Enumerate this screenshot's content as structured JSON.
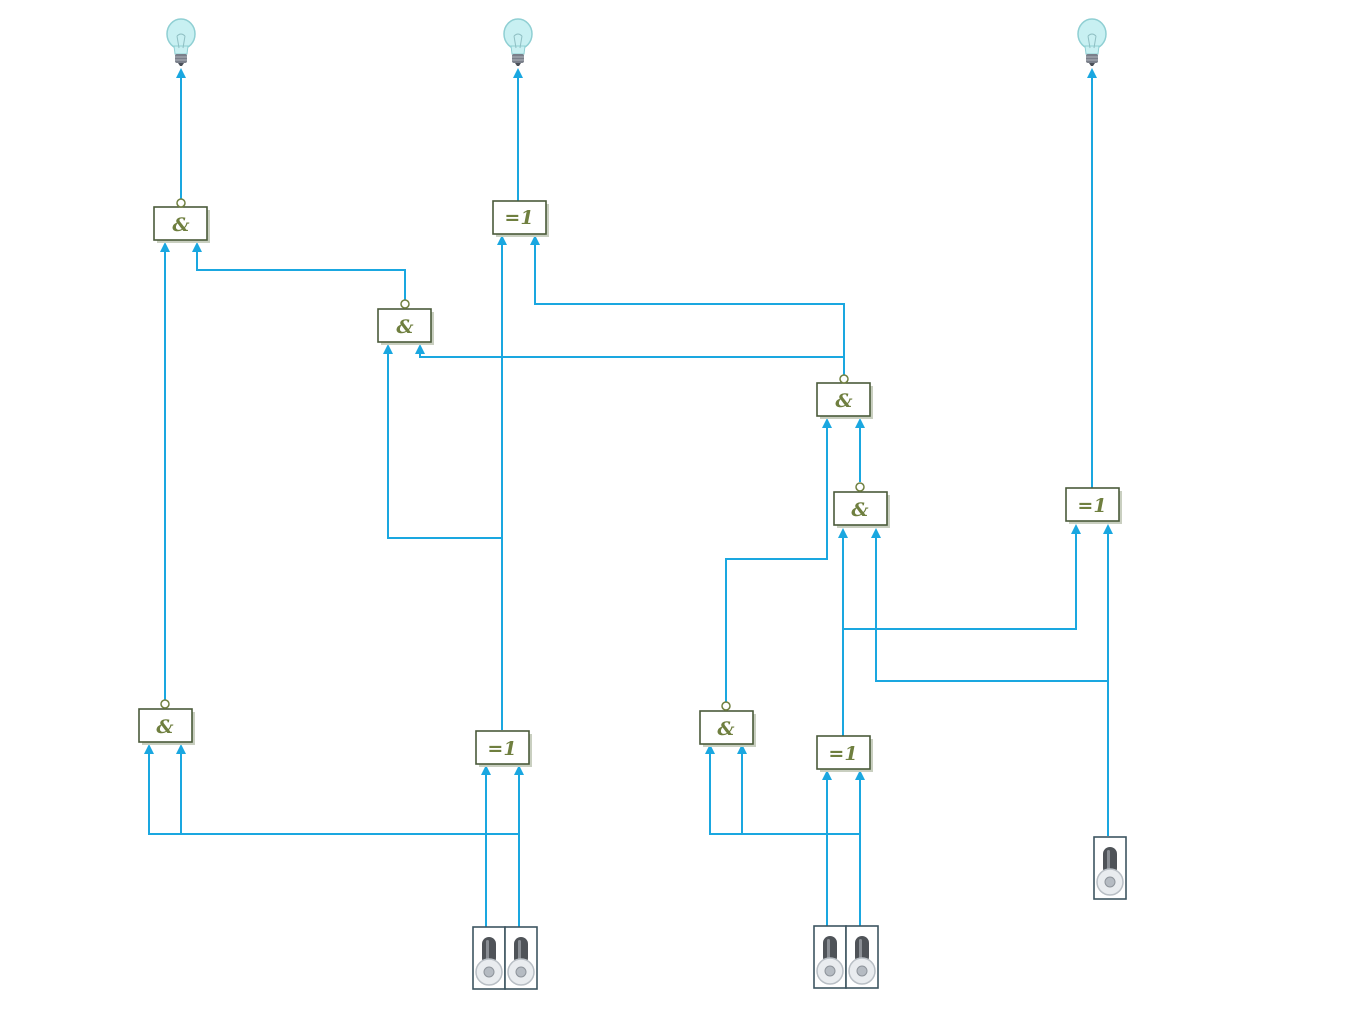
{
  "diagram": {
    "lamps": [
      {
        "id": "lamp-1",
        "state": "off"
      },
      {
        "id": "lamp-2",
        "state": "off"
      },
      {
        "id": "lamp-3",
        "state": "off"
      }
    ],
    "gates": [
      {
        "id": "g1",
        "label": "&",
        "type": "nand"
      },
      {
        "id": "g2",
        "label": "=1",
        "type": "xor"
      },
      {
        "id": "g3",
        "label": "&",
        "type": "nand"
      },
      {
        "id": "g4",
        "label": "&",
        "type": "nand"
      },
      {
        "id": "g5",
        "label": "&",
        "type": "nand"
      },
      {
        "id": "g6",
        "label": "=1",
        "type": "xor"
      },
      {
        "id": "g7",
        "label": "&",
        "type": "nand"
      },
      {
        "id": "g8",
        "label": "=1",
        "type": "xor"
      },
      {
        "id": "g9",
        "label": "&",
        "type": "nand"
      },
      {
        "id": "g10",
        "label": "=1",
        "type": "xor"
      }
    ],
    "switches": [
      {
        "id": "sw-a",
        "state": "off"
      },
      {
        "id": "sw-b",
        "state": "off"
      },
      {
        "id": "sw-c",
        "state": "off"
      },
      {
        "id": "sw-d",
        "state": "off"
      },
      {
        "id": "sw-e",
        "state": "off"
      }
    ],
    "colors": {
      "wire": "#1aa7e0",
      "gate_border": "#4a5a3a",
      "gate_label": "#6f7f3f",
      "lamp_glass": "#bfeef0",
      "switch_border": "#3d5560"
    }
  }
}
